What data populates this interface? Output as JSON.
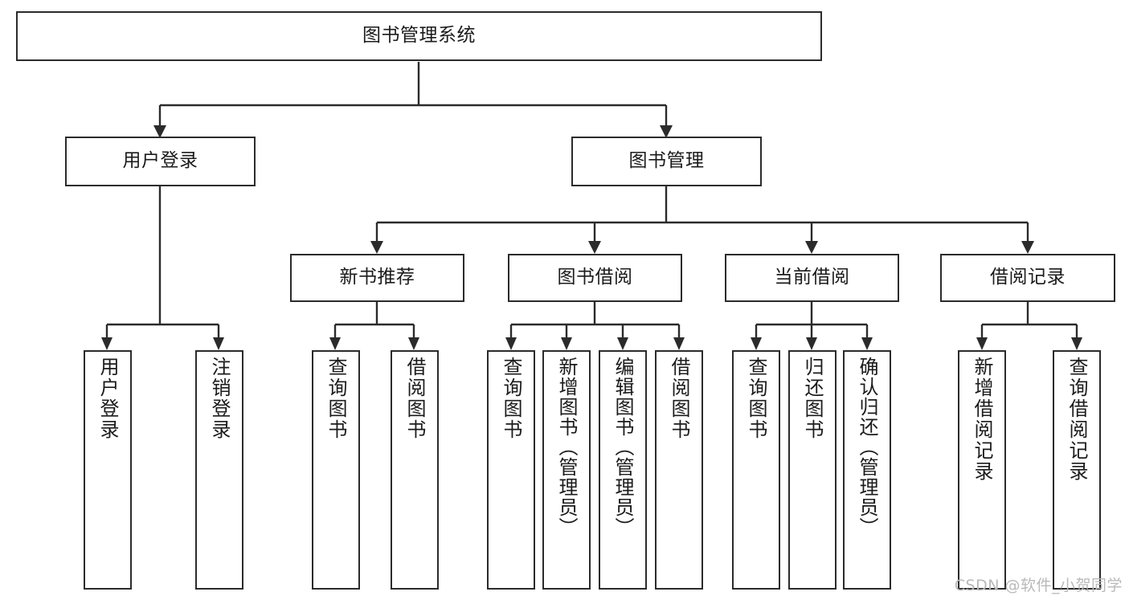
{
  "diagram": {
    "title": "图书管理系统",
    "type": "tree",
    "root": {
      "label": "图书管理系统"
    },
    "level2": [
      {
        "label": "用户登录"
      },
      {
        "label": "图书管理"
      }
    ],
    "level3": [
      {
        "label": "新书推荐"
      },
      {
        "label": "图书借阅"
      },
      {
        "label": "当前借阅"
      },
      {
        "label": "借阅记录"
      }
    ],
    "leaves": {
      "user_login": [
        {
          "label": "用户登录"
        },
        {
          "label": "注销登录"
        }
      ],
      "new_book_recommend": [
        {
          "label": "查询图书"
        },
        {
          "label": "借阅图书"
        }
      ],
      "book_borrow": [
        {
          "label": "查询图书"
        },
        {
          "label": "新增图书（管理员）"
        },
        {
          "label": "编辑图书（管理员）"
        },
        {
          "label": "借阅图书"
        }
      ],
      "current_borrow": [
        {
          "label": "查询图书"
        },
        {
          "label": "归还图书"
        },
        {
          "label": "确认归还（管理员）"
        }
      ],
      "borrow_record": [
        {
          "label": "新增借阅记录"
        },
        {
          "label": "查询借阅记录"
        }
      ]
    }
  },
  "watermark": {
    "text": "CSDN @软件_小贺同学"
  },
  "colors": {
    "stroke": "#2b2b2b",
    "background": "#ffffff",
    "text": "#1b1b1b",
    "watermark": "#b9b9b9"
  }
}
